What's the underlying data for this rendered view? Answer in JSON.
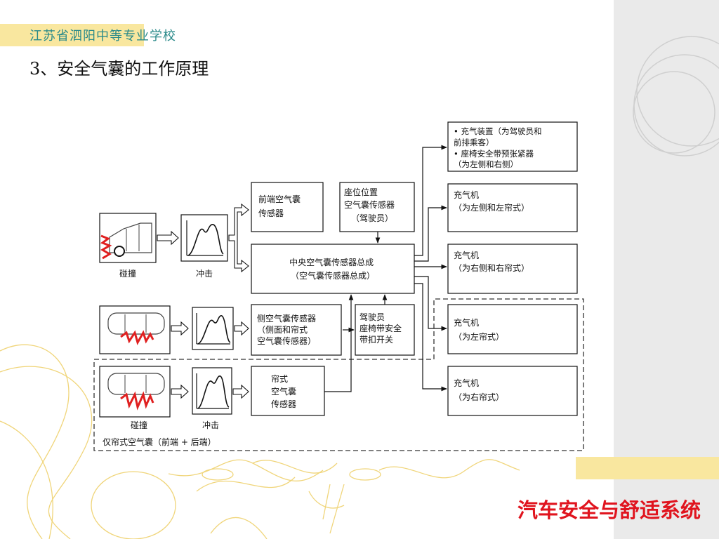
{
  "header": {
    "school": "江苏省泗阳中等专业学校",
    "title": "3、安全气囊的工作原理"
  },
  "footer": {
    "course": "汽车安全与舒适系统"
  },
  "diagram": {
    "boxes": {
      "front_sensor": [
        "前端空气囊",
        "传感器"
      ],
      "seat_sensor": [
        "座位位置",
        "空气囊传感器",
        "（驾驶员）"
      ],
      "central_unit": [
        "中央空气囊传感器总成",
        "（空气囊传感器总成）"
      ],
      "side_sensor": [
        "侧空气囊传感器",
        "（侧面和帘式",
        "空气囊传感器）"
      ],
      "belt_switch": [
        "驾驶员",
        "座椅带安全",
        "带扣开关"
      ],
      "curtain_sensor": [
        "帘式",
        "空气囊",
        "传感器"
      ],
      "out_driver": [
        "• 充气装置（为驾驶员和",
        "  前排乘客）",
        "• 座椅安全带预张紧器",
        "  （为左侧和右侧）"
      ],
      "out_left_side": [
        "充气机",
        "（为左侧和左帘式）"
      ],
      "out_right_side": [
        "充气机",
        "（为右侧和右帘式）"
      ],
      "out_left_curtain": [
        "充气机",
        "（为左帘式）"
      ],
      "out_right_curtain": [
        "充气机",
        "（为右帘式）"
      ]
    },
    "labels": {
      "collision": "碰撞",
      "impact": "冲击",
      "collision2": "碰撞",
      "impact2": "冲击",
      "curtain_only": "仅帘式空气囊（前端 + 后端）"
    }
  }
}
